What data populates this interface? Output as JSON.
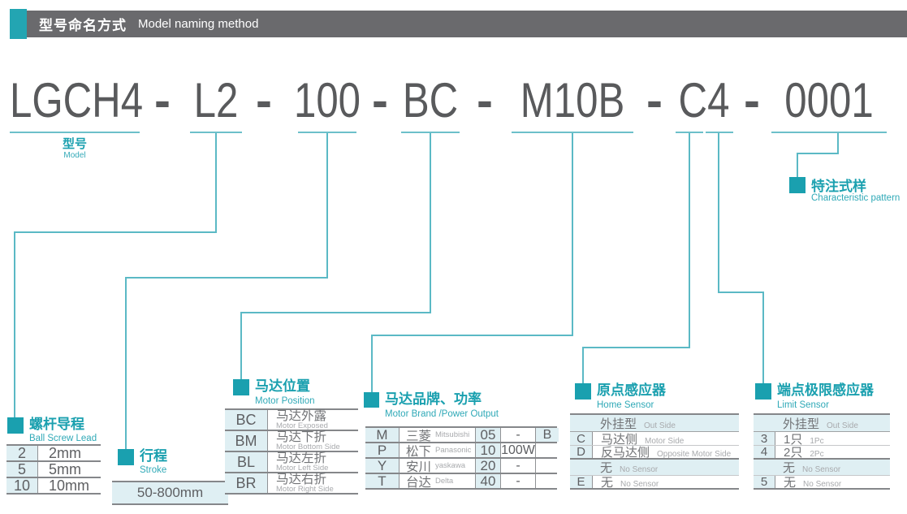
{
  "header": {
    "title_zh": "型号命名方式",
    "title_en": "Model naming method"
  },
  "model": {
    "segments": [
      "LGCH4",
      "L2",
      "100",
      "BC",
      "M10B",
      "C4",
      "0001"
    ],
    "separator": "-",
    "label_zh": "型号",
    "label_en": "Model"
  },
  "characteristic": {
    "label_zh": "特注式样",
    "label_en": "Characteristic pattern"
  },
  "sections": {
    "ball_screw_lead": {
      "title_zh": "螺杆导程",
      "title_en": "Ball Screw Lead",
      "rows": [
        {
          "code": "2",
          "value": "2mm"
        },
        {
          "code": "5",
          "value": "5mm"
        },
        {
          "code": "10",
          "value": "10mm"
        }
      ]
    },
    "stroke": {
      "title_zh": "行程",
      "title_en": "Stroke",
      "value": "50-800mm"
    },
    "motor_position": {
      "title_zh": "马达位置",
      "title_en": "Motor Position",
      "rows": [
        {
          "code": "BC",
          "zh": "马达外露",
          "en": "Motor Exposed"
        },
        {
          "code": "BM",
          "zh": "马达下折",
          "en": "Motor Bottom Side"
        },
        {
          "code": "BL",
          "zh": "马达左折",
          "en": "Motor Left Side"
        },
        {
          "code": "BR",
          "zh": "马达右折",
          "en": "Motor Right Side"
        }
      ]
    },
    "motor_brand": {
      "title_zh": "马达品牌、功率",
      "title_en": "Motor Brand /Power Output",
      "rows": [
        {
          "code": "M",
          "brand_zh": "三菱",
          "brand_en": "Mitsubishi",
          "power_code": "05",
          "power": "-",
          "suffix": "B"
        },
        {
          "code": "P",
          "brand_zh": "松下",
          "brand_en": "Panasonic",
          "power_code": "10",
          "power": "100W",
          "suffix": ""
        },
        {
          "code": "Y",
          "brand_zh": "安川",
          "brand_en": "yaskawa",
          "power_code": "20",
          "power": "-",
          "suffix": ""
        },
        {
          "code": "T",
          "brand_zh": "台达",
          "brand_en": "Delta",
          "power_code": "40",
          "power": "-",
          "suffix": ""
        }
      ]
    },
    "home_sensor": {
      "title_zh": "原点感应器",
      "title_en": "Home Sensor",
      "rows": [
        {
          "code": "",
          "zh": "外挂型",
          "en": "Out Side"
        },
        {
          "code": "C",
          "zh": "马达侧",
          "en": "Motor Side"
        },
        {
          "code": "D",
          "zh": "反马达侧",
          "en": "Opposite Motor Side"
        },
        {
          "code": "",
          "zh": "无",
          "en": "No Sensor"
        },
        {
          "code": "E",
          "zh": "无",
          "en": "No Sensor"
        }
      ]
    },
    "limit_sensor": {
      "title_zh": "端点极限感应器",
      "title_en": "Limit Sensor",
      "rows": [
        {
          "code": "",
          "zh": "外挂型",
          "en": "Out Side"
        },
        {
          "code": "3",
          "zh": "1只",
          "en": "1Pc"
        },
        {
          "code": "4",
          "zh": "2只",
          "en": "2Pc"
        },
        {
          "code": "",
          "zh": "无",
          "en": "No Sensor"
        },
        {
          "code": "5",
          "zh": "无",
          "en": "No Sensor"
        }
      ]
    }
  },
  "colors": {
    "teal": "#1aa0af",
    "wire": "#5bb9c5",
    "header_bar": "#6a6a6d",
    "cell_bg": "#dfeff3"
  }
}
